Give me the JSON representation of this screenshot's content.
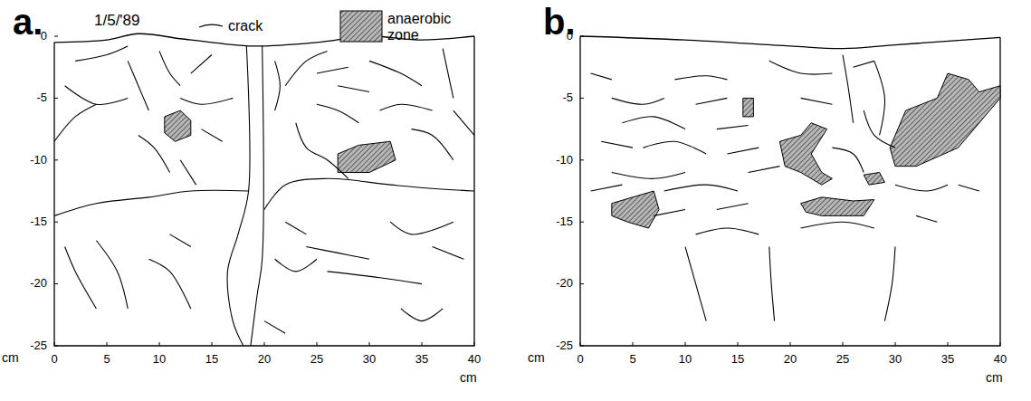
{
  "diagram": {
    "labels": [
      "a.",
      "1/5/'89",
      "b.",
      "0",
      "-5",
      "-10",
      "-15",
      "-20",
      "-25",
      "cm",
      "0",
      "5",
      "10",
      "15",
      "20",
      "25",
      "30",
      "35",
      "40",
      "cm",
      "0",
      "-5",
      "-10",
      "-15",
      "-20",
      "-25",
      "cm",
      "0",
      "5",
      "10",
      "15",
      "20",
      "25",
      "30",
      "35",
      "40",
      "cm"
    ],
    "legend": [
      {
        "text": "crack"
      },
      {
        "text": "anaerobic zone"
      }
    ]
  }
}
